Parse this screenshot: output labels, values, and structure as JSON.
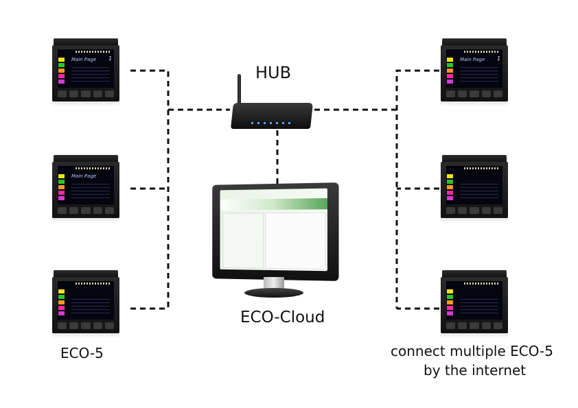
{
  "labels": {
    "hub": "HUB",
    "cloud": "ECO-Cloud",
    "device": "ECO-5",
    "caption_line1": "connect multiple ECO-5",
    "caption_line2": "by the internet"
  },
  "device_screen": {
    "title": "Main Page",
    "page_number": "1"
  },
  "colors": {
    "connector": "#111111",
    "status_bars": [
      "#f0e21a",
      "#28c828",
      "#ff9c1e",
      "#ff2aa0",
      "#d33ad3",
      "#3030ff"
    ]
  }
}
